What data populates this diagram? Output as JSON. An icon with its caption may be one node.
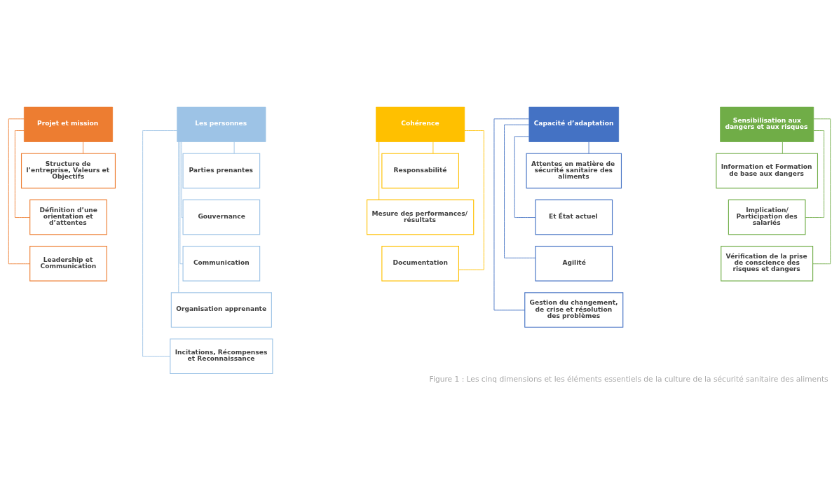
{
  "diagram": {
    "caption": "Figure 1 : Les cinq dimensions et les éléments essentiels de la culture de la sécurité sanitaire des aliments",
    "nodes": [
      {
        "text": [
          "Projet et mission"
        ]
      },
      {
        "text": [
          "Structure de l’entreprise, Valeurs et Objectifs"
        ]
      },
      {
        "text": [
          "Définition d’une orientation et d’attentes"
        ]
      },
      {
        "text": [
          "Leadership et Communication"
        ]
      },
      {
        "text": [
          "Les personnes"
        ]
      },
      {
        "text": [
          "Parties prenantes"
        ]
      },
      {
        "text": [
          "Gouvernance"
        ]
      },
      {
        "text": [
          "Communication"
        ]
      },
      {
        "text": [
          "Organisation apprenante"
        ]
      },
      {
        "text": [
          "Incitations, Récompenses et Reconnaissance"
        ]
      },
      {
        "text": [
          "Cohérence"
        ]
      },
      {
        "text": [
          "Responsabilité"
        ]
      },
      {
        "text": [
          "Mesure des performances/ résultats"
        ]
      },
      {
        "text": [
          "Documentation"
        ]
      },
      {
        "text": [
          "Capacité d’adaptation"
        ]
      },
      {
        "text": [
          "Attentes en matière de sécurité sanitaire des aliments"
        ]
      },
      {
        "text": [
          "Et État actuel"
        ]
      },
      {
        "text": [
          "Agilité"
        ]
      },
      {
        "text": [
          "Gestion du changement, de crise et résolution des problèmes"
        ]
      },
      {
        "text": [
          "Sensibilisation aux dangers et aux risques"
        ]
      },
      {
        "text": [
          "Information et Formation de base aux dangers"
        ]
      },
      {
        "text": [
          "Implication/ Participation des salariés"
        ]
      },
      {
        "text": [
          "Vérification de la prise de conscience des risques et dangers"
        ]
      }
    ],
    "edges": [
      {
        "from": 0,
        "to": 1,
        "arrow": "none",
        "color": "#ed7d31"
      },
      {
        "from": 0,
        "to": 2,
        "arrow": "none",
        "color": "#ed7d31"
      },
      {
        "from": 0,
        "to": 3,
        "arrow": "none",
        "color": "#ed7d31"
      },
      {
        "from": 4,
        "to": 5,
        "arrow": "none",
        "color": "#9dc3e6"
      },
      {
        "from": 4,
        "to": 6,
        "arrow": "none",
        "color": "#9dc3e6"
      },
      {
        "from": 4,
        "to": 7,
        "arrow": "none",
        "color": "#9dc3e6"
      },
      {
        "from": 4,
        "to": 8,
        "arrow": "none",
        "color": "#9dc3e6"
      },
      {
        "from": 4,
        "to": 9,
        "arrow": "none",
        "color": "#9dc3e6"
      },
      {
        "from": 10,
        "to": 11,
        "arrow": "none",
        "color": "#ffc000"
      },
      {
        "from": 10,
        "to": 12,
        "arrow": "none",
        "color": "#ffc000"
      },
      {
        "from": 10,
        "to": 13,
        "arrow": "none",
        "color": "#ffc000"
      },
      {
        "from": 14,
        "to": 15,
        "arrow": "none",
        "color": "#4472c4"
      },
      {
        "from": 14,
        "to": 16,
        "arrow": "none",
        "color": "#4472c4"
      },
      {
        "from": 14,
        "to": 17,
        "arrow": "none",
        "color": "#4472c4"
      },
      {
        "from": 14,
        "to": 18,
        "arrow": "none",
        "color": "#4472c4"
      },
      {
        "from": 19,
        "to": 20,
        "arrow": "none",
        "color": "#70ad47"
      },
      {
        "from": 19,
        "to": 21,
        "arrow": "none",
        "color": "#70ad47"
      },
      {
        "from": 19,
        "to": 22,
        "arrow": "none",
        "color": "#70ad47"
      }
    ]
  }
}
